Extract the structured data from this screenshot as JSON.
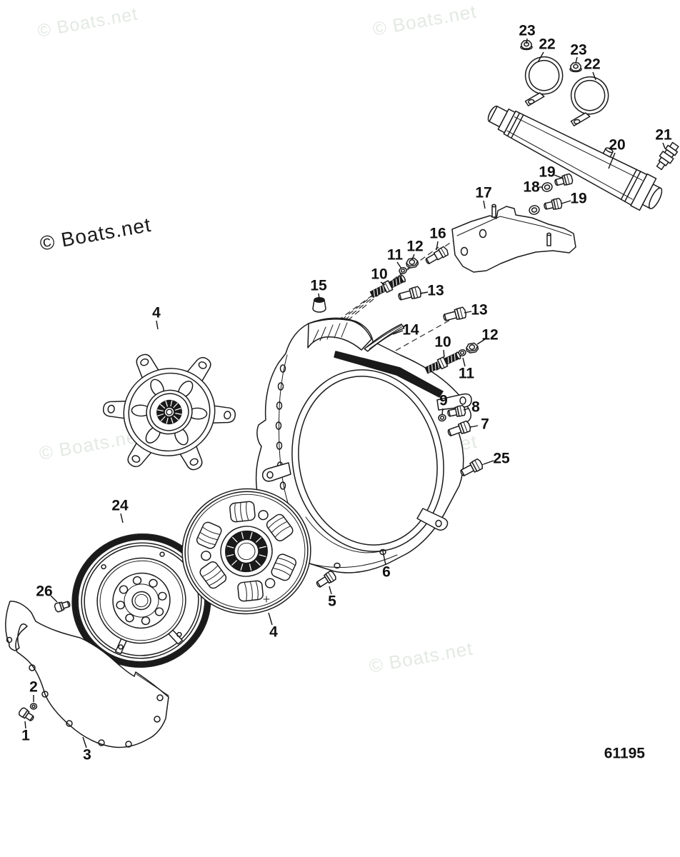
{
  "page": {
    "background": "#ffffff",
    "line_color": "#1a1a1a",
    "drawing_number": "61195",
    "watermark": {
      "text": "© Boats.net",
      "light_color": "#e3e9e3",
      "dark_color": "#1a1a1a"
    }
  },
  "callouts": [
    {
      "label": "23"
    },
    {
      "label": "22"
    },
    {
      "label": "23"
    },
    {
      "label": "22"
    },
    {
      "label": "20"
    },
    {
      "label": "21"
    },
    {
      "label": "19"
    },
    {
      "label": "18"
    },
    {
      "label": "19"
    },
    {
      "label": "17"
    },
    {
      "label": "16"
    },
    {
      "label": "12"
    },
    {
      "label": "11"
    },
    {
      "label": "10"
    },
    {
      "label": "13"
    },
    {
      "label": "15"
    },
    {
      "label": "14"
    },
    {
      "label": "13"
    },
    {
      "label": "12"
    },
    {
      "label": "10"
    },
    {
      "label": "11"
    },
    {
      "label": "9"
    },
    {
      "label": "8"
    },
    {
      "label": "7"
    },
    {
      "label": "25"
    },
    {
      "label": "4"
    },
    {
      "label": "24"
    },
    {
      "label": "6"
    },
    {
      "label": "5"
    },
    {
      "label": "4"
    },
    {
      "label": "26"
    },
    {
      "label": "2"
    },
    {
      "label": "1"
    },
    {
      "label": "3"
    }
  ]
}
